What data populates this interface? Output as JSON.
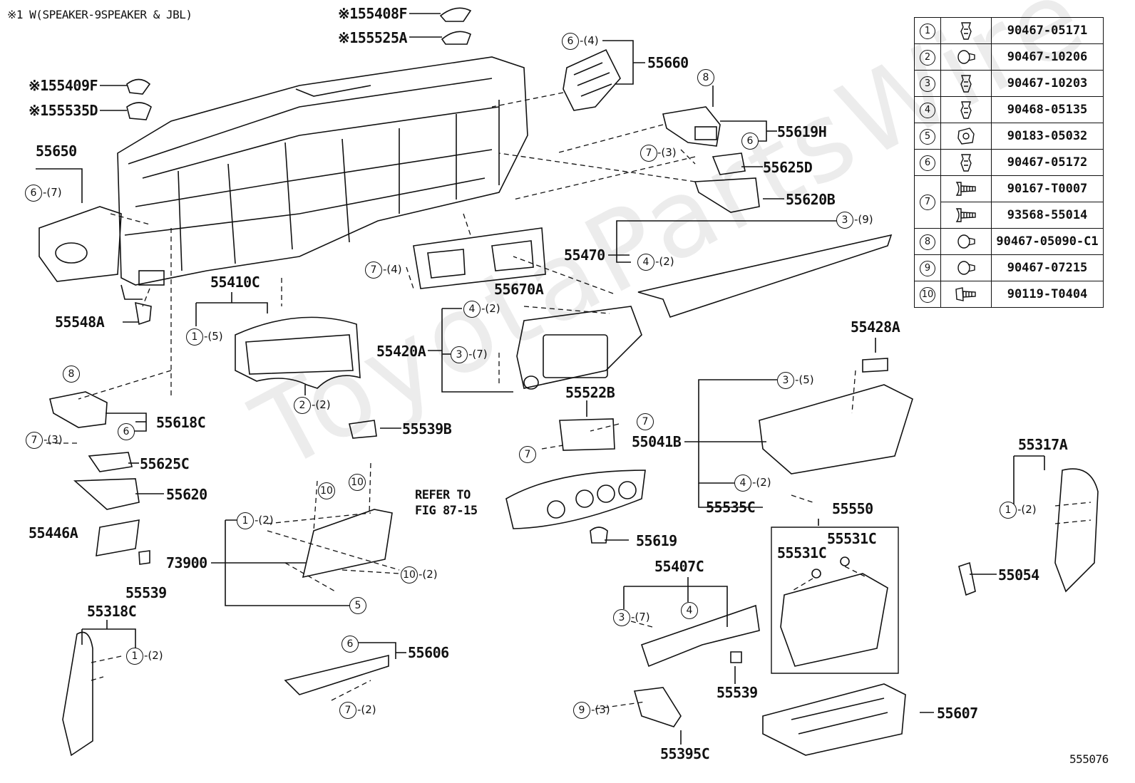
{
  "watermark": "ToyotaPartsWire",
  "note": "※1 W(SPEAKER-9SPEAKER & JBL)",
  "figure_id": "555076",
  "refer": {
    "line1": "REFER TO",
    "line2": "FIG 87-15"
  },
  "labels": {
    "p55408F": "※155408F",
    "p55525A": "※155525A",
    "p55409F": "※155409F",
    "p55535D": "※155535D",
    "p55660": "55660",
    "p55650": "55650",
    "p55619H": "55619H",
    "p55625D": "55625D",
    "p55620B": "55620B",
    "p55470": "55470",
    "p55670A": "55670A",
    "p55410C": "55410C",
    "p55548A": "55548A",
    "p55420A": "55420A",
    "p55428A": "55428A",
    "p55618C": "55618C",
    "p55625C": "55625C",
    "p55620": "55620",
    "p55539B": "55539B",
    "p55522B": "55522B",
    "p55041B": "55041B",
    "p55317A": "55317A",
    "p55446A": "55446A",
    "p55539a": "55539",
    "p73900": "73900",
    "p55619": "55619",
    "p55535C": "55535C",
    "p55550": "55550",
    "p55531Ca": "55531C",
    "p55531Cb": "55531C",
    "p55054": "55054",
    "p55318C": "55318C",
    "p55407C": "55407C",
    "p55539b": "55539",
    "p55606": "55606",
    "p55607": "55607",
    "p55395C": "55395C"
  },
  "callouts": {
    "c1": "6",
    "q1": "-(4)",
    "c2": "8",
    "c3": "6",
    "c4": "7",
    "q4": "-(3)",
    "c5": "6",
    "q5": "-(7)",
    "c6": "3",
    "q6": "-(9)",
    "c7": "4",
    "q7": "-(2)",
    "c8": "7",
    "q8": "-(4)",
    "c9": "1",
    "q9": "-(5)",
    "c10": "2",
    "q10": "-(2)",
    "c11": "4",
    "q11": "-(2)",
    "c12": "3",
    "q12": "-(7)",
    "c13": "8",
    "c14": "6",
    "c15": "7",
    "q15": "-(3)",
    "c16": "7",
    "c17": "7",
    "c18": "3",
    "q18": "-(5)",
    "c19": "4",
    "q19": "-(2)",
    "c20": "1",
    "q20": "-(2)",
    "c21": "10",
    "c22": "10",
    "c23": "1",
    "q23": "-(2)",
    "c24": "10",
    "q24": "-(2)",
    "c25": "5",
    "c26": "1",
    "q26": "-(2)",
    "c27": "3",
    "q27": "-(7)",
    "c28": "4",
    "c29": "6",
    "c30": "7",
    "q30": "-(2)",
    "c31": "9",
    "q31": "-(3)"
  },
  "fasteners": [
    {
      "num": "1",
      "icon": "clip-icon",
      "part": "90467-05171"
    },
    {
      "num": "2",
      "icon": "push-rivet-icon",
      "part": "90467-10206"
    },
    {
      "num": "3",
      "icon": "clip-icon",
      "part": "90467-10203"
    },
    {
      "num": "4",
      "icon": "clip-icon",
      "part": "90468-05135"
    },
    {
      "num": "5",
      "icon": "nut-clip-icon",
      "part": "90183-05032"
    },
    {
      "num": "6",
      "icon": "clip-icon",
      "part": "90467-05172"
    },
    {
      "num": "7",
      "icon": "screw-icon",
      "part": "90167-T0007"
    },
    {
      "num": "",
      "icon": "screw-icon",
      "part": "93568-55014"
    },
    {
      "num": "8",
      "icon": "push-rivet-icon",
      "part": "90467-05090-C1"
    },
    {
      "num": "9",
      "icon": "push-rivet-icon",
      "part": "90467-07215"
    },
    {
      "num": "10",
      "icon": "bolt-icon",
      "part": "90119-T0404"
    }
  ]
}
